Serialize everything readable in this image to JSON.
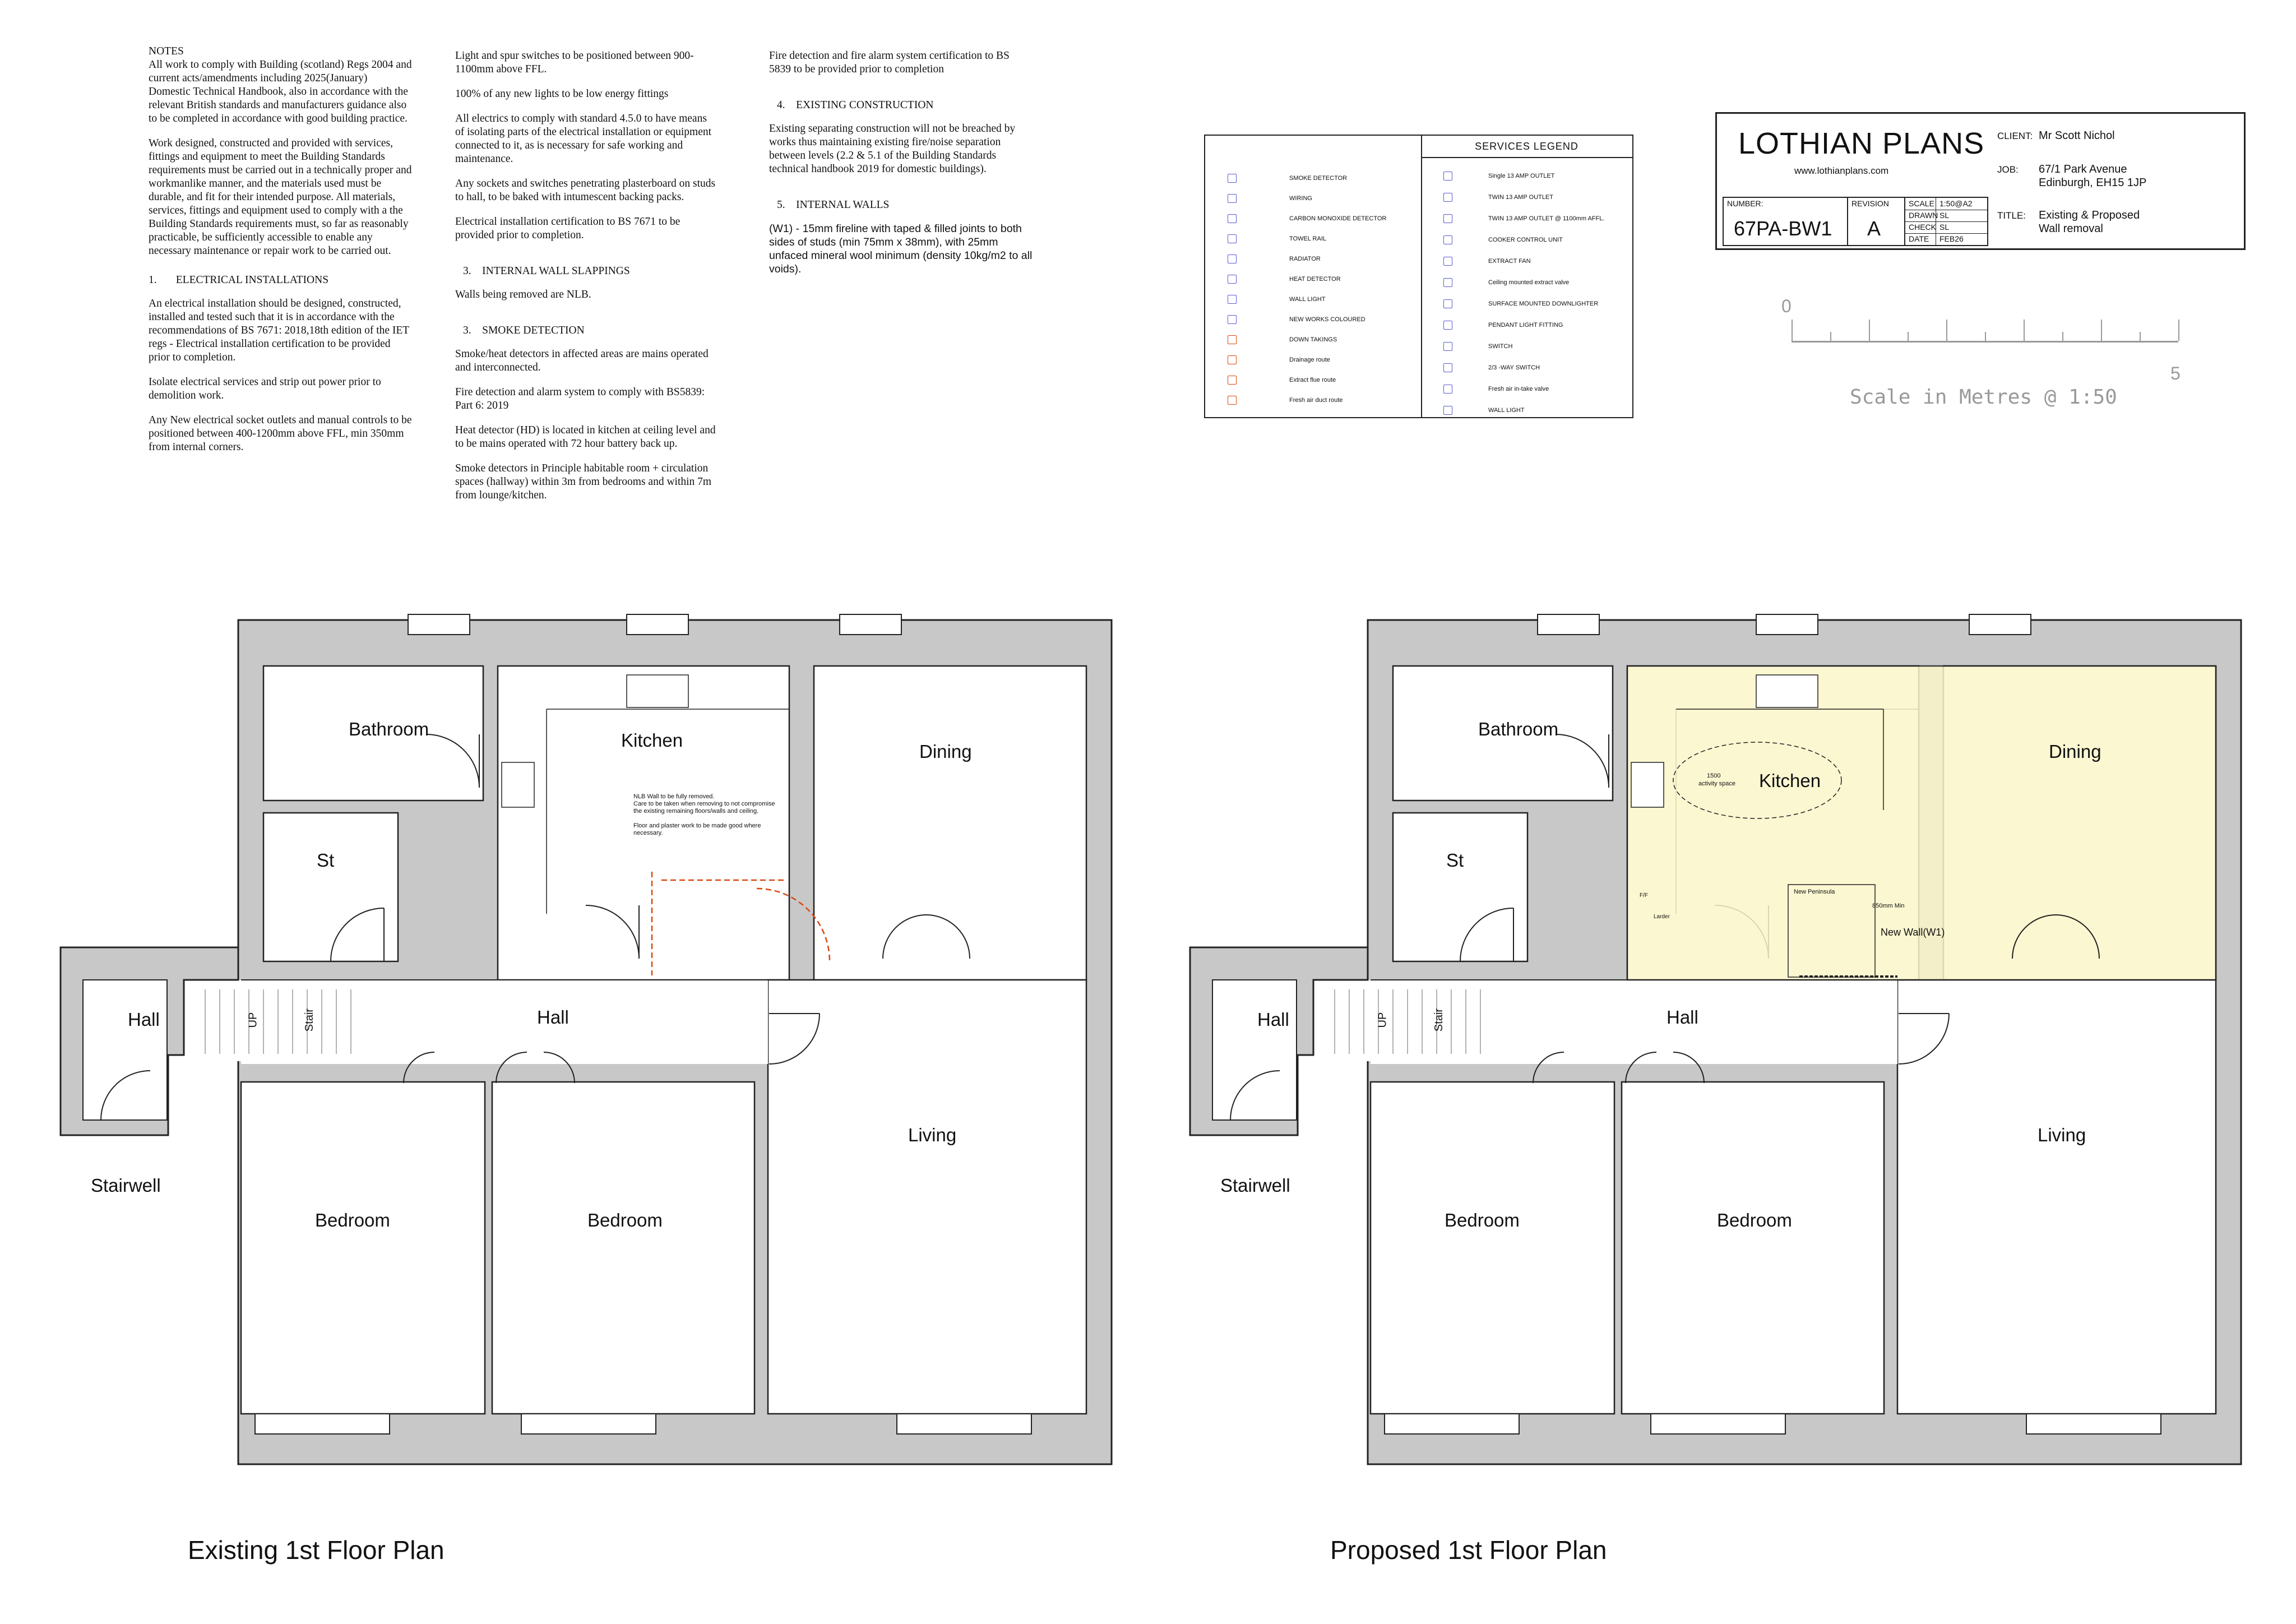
{
  "notes": {
    "col1": [
      "NOTES",
      "All work to comply with Building (scotland) Regs 2004 and current acts/amendments including 2025(January) Domestic Technical Handbook, also in accordance with the relevant British standards and manufacturers guidance also to be completed in accordance with good building practice.",
      "Work designed, constructed and provided with services, fittings and equipment to meet the Building Standards requirements must be carried out in a technically proper and workmanlike manner, and the materials used must be durable, and fit for their intended purpose. All materials, services, fittings and equipment used to comply with a the Building Standards requirements must, so far as reasonably practicable, be sufficiently accessible to enable any necessary maintenance or repair work to be carried out.",
      "1.       ELECTRICAL INSTALLATIONS",
      "An electrical installation should be designed, constructed, installed and tested such that it is in accordance with the recommendations of BS 7671: 2018,18th edition of the IET regs - Electrical installation certification to be provided prior to completion.",
      "Isolate electrical services and strip out power prior to demolition work.",
      "Any New electrical socket outlets and manual controls to be positioned between 400-1200mm above FFL, min 350mm from internal corners."
    ],
    "col2": [
      "Light and spur switches to be positioned between 900-1100mm above FFL.",
      "100% of any new lights to be low energy fittings",
      "All electrics to comply with standard 4.5.0 to have means of isolating parts of the electrical installation or equipment connected to it, as is necessary for safe working and maintenance.",
      "Any sockets and switches penetrating plasterboard on studs to hall, to be baked with intumescent backing packs.",
      "Electrical installation certification to BS 7671 to be provided prior to completion.",
      "3.    INTERNAL WALL SLAPPINGS",
      "Walls being removed are NLB.",
      "3.    SMOKE DETECTION",
      "Smoke/heat detectors in affected areas are mains operated and interconnected.",
      "Fire detection and alarm system to comply with BS5839: Part 6: 2019",
      "Heat detector (HD) is located in kitchen at ceiling level and to be mains operated with 72 hour battery back up.",
      "Smoke detectors in Principle habitable room + circulation spaces (hallway) within 3m from bedrooms and within 7m from lounge/kitchen."
    ],
    "col3": [
      "Fire detection and fire alarm system certification to BS 5839 to be provided prior to completion",
      "4.    EXISTING CONSTRUCTION",
      "Existing separating construction will not be breached by works thus maintaining existing fire/noise separation between levels (2.2 & 5.1 of the Building Standards technical handbook 2019 for domestic buildings).",
      "5.    INTERNAL WALLS",
      "(W1) - 15mm fireline with taped & filled joints to both sides of studs (min 75mm x 38mm), with 25mm unfaced mineral wool minimum (density 10kg/m2 to all voids)."
    ]
  },
  "legend": {
    "title": "SERVICES LEGEND",
    "left": [
      "SMOKE DETECTOR",
      "WIRING",
      "CARBON MONOXIDE DETECTOR",
      "TOWEL RAIL",
      "RADIATOR",
      "HEAT DETECTOR",
      "WALL LIGHT",
      "NEW WORKS COLOURED",
      "DOWN TAKINGS",
      "Drainage route",
      "Extract flue route",
      "Fresh air duct route"
    ],
    "right": [
      "Single 13 AMP OUTLET",
      "TWIN 13 AMP OUTLET",
      "TWIN 13 AMP OUTLET @ 1100mm AFFL.",
      "COOKER CONTROL UNIT",
      "EXTRACT FAN",
      "Ceiling mounted extract valve",
      "SURFACE MOUNTED DOWNLIGHTER",
      "PENDANT LIGHT FITTING",
      "SWITCH",
      "2/3 -WAY SWITCH",
      "Fresh air in-take valve",
      "WALL LIGHT"
    ]
  },
  "title_block": {
    "company": "LOTHIAN PLANS",
    "website": "www.lothianplans.com",
    "client_label": "CLIENT:",
    "client": "Mr Scott Nichol",
    "job_label": "JOB:",
    "job_line1": "67/1 Park Avenue",
    "job_line2": "Edinburgh, EH15 1JP",
    "title_label": "TITLE:",
    "title_line1": "Existing & Proposed",
    "title_line2": "Wall removal",
    "number_label": "NUMBER:",
    "number": "67PA-BW1",
    "revision_label": "REVISION",
    "revision": "A",
    "scale_label": "SCALE",
    "scale": "1:50@A2",
    "drawn_label": "DRAWN",
    "drawn": "SL",
    "check_label": "CHECK",
    "check": "SL",
    "date_label": "DATE",
    "date": "FEB26"
  },
  "scale_bar": {
    "start": "0",
    "end": "5",
    "caption": "Scale in Metres @ 1:50"
  },
  "existing_plan": {
    "title": "Existing 1st Floor Plan",
    "rooms": {
      "bathroom": "Bathroom",
      "kitchen": "Kitchen",
      "dining": "Dining",
      "store": "St",
      "hall_small": "Hall",
      "hall": "Hall",
      "stairwell": "Stairwell",
      "bedroom1": "Bedroom",
      "bedroom2": "Bedroom",
      "living": "Living",
      "stair_up": "UP",
      "stair": "Stair"
    },
    "annotation": [
      "NLB Wall to be fully removed.",
      "Care to be taken when removing to not compromise",
      "the existing remaining floors/walls and ceiling.",
      "",
      "Floor and plaster work to be made good where",
      "necessary."
    ]
  },
  "proposed_plan": {
    "title": "Proposed 1st Floor Plan",
    "rooms": {
      "bathroom": "Bathroom",
      "kitchen": "Kitchen",
      "dining": "Dining",
      "store": "St",
      "hall_small": "Hall",
      "hall": "Hall",
      "stairwell": "Stairwell",
      "bedroom1": "Bedroom",
      "bedroom2": "Bedroom",
      "living": "Living",
      "stair_up": "UP",
      "stair": "Stair"
    },
    "new_wall": "New Wall(W1)",
    "activity_space_1": "1500",
    "activity_space_2": "activity space",
    "peninsula": "New Peninsula",
    "min_dim": "850mm Min",
    "larder": "Larder",
    "ff": "F/F"
  },
  "colors": {
    "wall": "#c8c8c8",
    "new_works": "#fbf6c9",
    "down_takings": "#d9480f"
  }
}
